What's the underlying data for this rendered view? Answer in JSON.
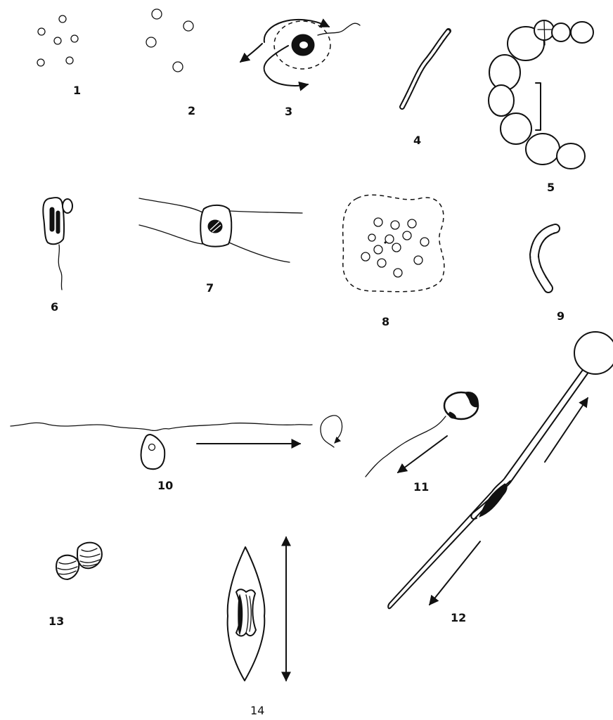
{
  "figure_labels": [
    "1",
    "2",
    "3",
    "4",
    "5",
    "6",
    "7",
    "8",
    "9",
    "10",
    "11",
    "12",
    "13",
    "14"
  ],
  "colors": {
    "ink": "#111111",
    "paper": "#ffffff"
  },
  "icons": [
    "arrow-icon",
    "scale-bar-icon"
  ]
}
